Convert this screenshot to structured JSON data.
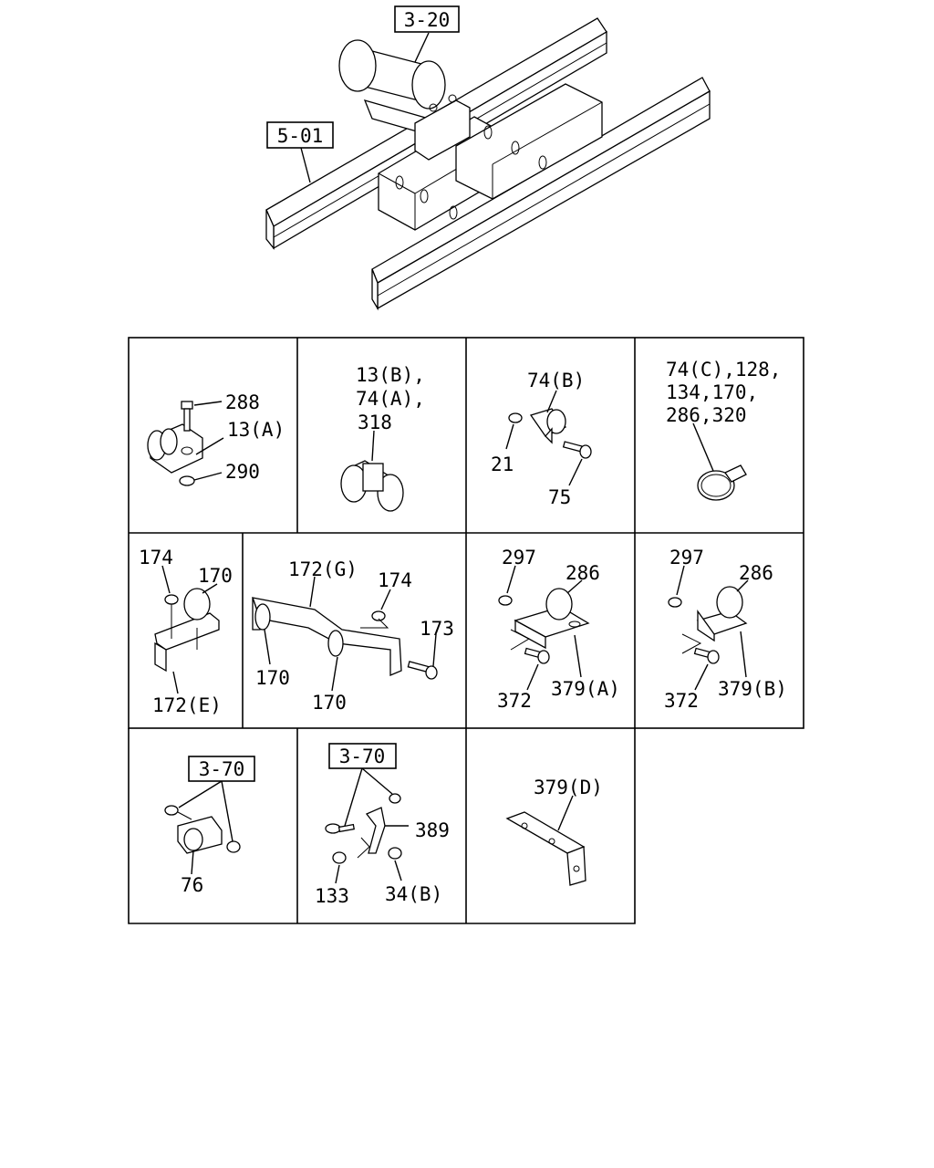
{
  "references": {
    "top_ref_1": "3-20",
    "top_ref_2": "5-01",
    "cell9_ref": "3-70",
    "cell10_ref": "3-70"
  },
  "cells": [
    {
      "labels": [
        "288",
        "13(A)",
        "290"
      ]
    },
    {
      "labels": [
        "13(B),",
        "74(A),",
        "318"
      ]
    },
    {
      "labels": [
        "74(B)",
        "21",
        "75"
      ]
    },
    {
      "labels": [
        "74(C),128,",
        "134,170,",
        "286,320"
      ]
    },
    {
      "labels": [
        "174",
        "170",
        "172(E)"
      ]
    },
    {
      "labels": [
        "172(G)",
        "174",
        "173",
        "170",
        "170"
      ]
    },
    {
      "labels": [
        "297",
        "286",
        "372",
        "379(A)"
      ]
    },
    {
      "labels": [
        "297",
        "286",
        "372",
        "379(B)"
      ]
    },
    {
      "labels": [
        "76"
      ]
    },
    {
      "labels": [
        "389",
        "133",
        "34(B)"
      ]
    },
    {
      "labels": [
        "379(D)"
      ]
    }
  ]
}
